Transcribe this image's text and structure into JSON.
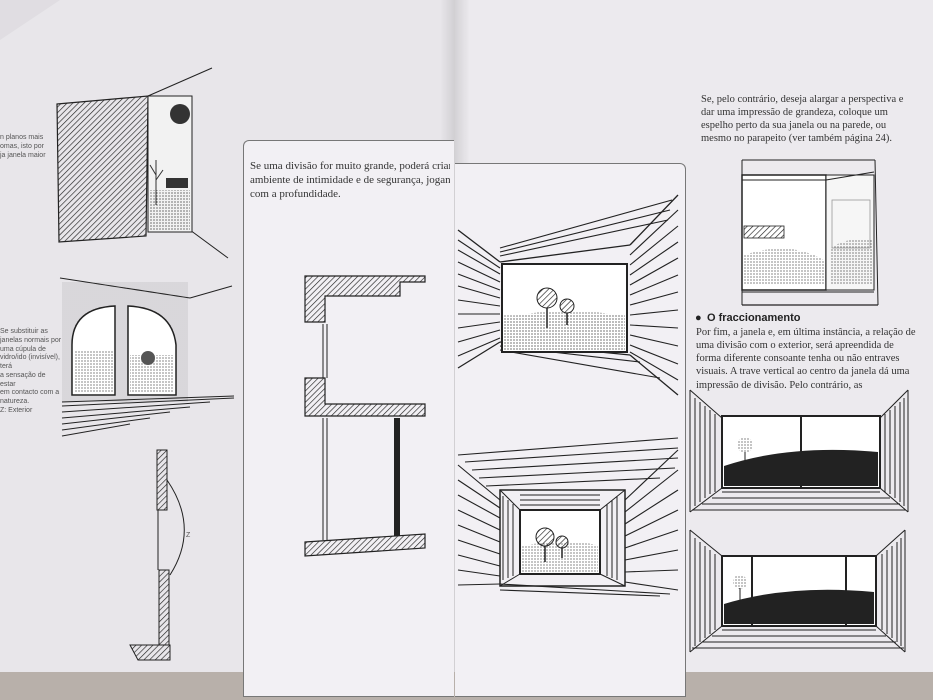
{
  "left_page": {
    "captions": [
      "n planos mais\nomas, isto por\nja janela maior",
      "Se substituir as\njanelas normais por\numa cúpula de\nvidro/ido (invisível), terá\na sensação de estar\nem contacto com a\nnatureza.\nZ: Exterior"
    ],
    "panel_text": "Se uma divisão for muito grande, poderá criar um ambiente de intimidade e de segurança, jogando com a profundidade.",
    "section_label": "Z"
  },
  "right_page": {
    "intro_text": "Se, pelo contrário, deseja alargar a perspectiva e dar uma impressão de grandeza, coloque um espelho perto da sua janela ou na parede, ou mesmo no parapeito (ver também página 24).",
    "heading_bullet": "●",
    "heading": "O fraccionamento",
    "body_text": "Por fim, a janela e, em última instância, a relação de uma divisão com o exterior, será apreendida de forma diferente consoante tenha ou não entraves visuais. A trave vertical ao centro da janela dá uma impressão de divisão. Pelo contrário, as"
  }
}
